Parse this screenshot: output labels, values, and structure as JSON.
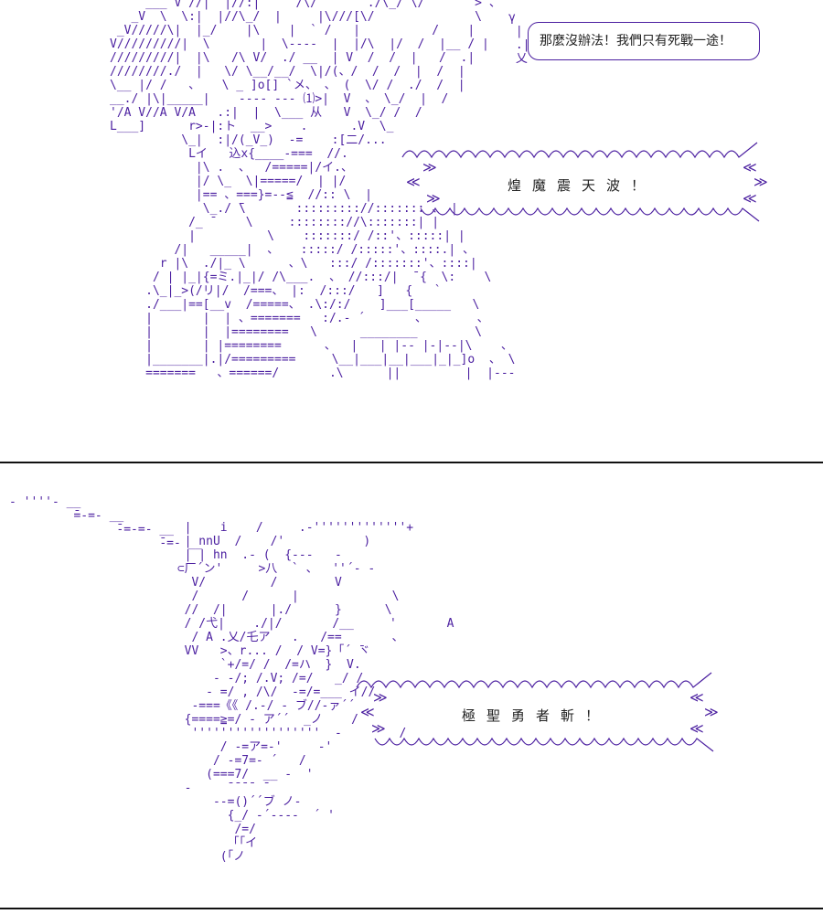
{
  "panel1": {
    "speech": "那麼沒辦法！我們只有死戰一途！",
    "shout": "煌魔震天波！"
  },
  "panel2": {
    "shout": "極聖勇者斬！"
  },
  "glyphs": {
    "chevron_left": "≪",
    "chevron_right": "≫"
  },
  "colors": {
    "ink": "#4b1fa0",
    "separator": "#111111",
    "background": "#ffffff"
  }
}
